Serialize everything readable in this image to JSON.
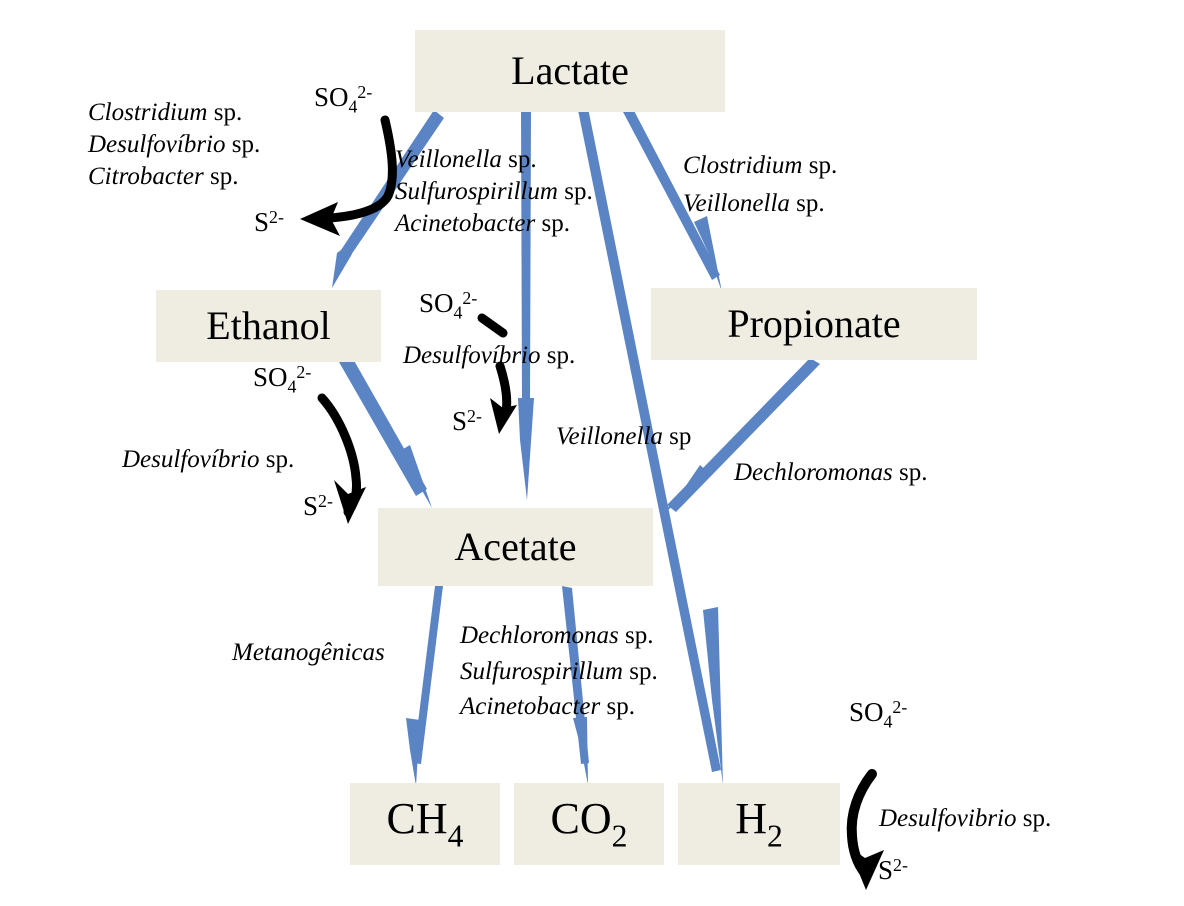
{
  "diagram": {
    "title": "Anaerobic degradation pathway",
    "colors": {
      "node_fill": "#EFEDE2",
      "blue_arrow": "#5B84C4",
      "black_arrow": "#000000",
      "background": "#FFFFFF",
      "text": "#000000"
    },
    "nodes": [
      {
        "id": "lactate",
        "label": "Lactate"
      },
      {
        "id": "ethanol",
        "label": "Ethanol"
      },
      {
        "id": "propionate",
        "label": "Propionate"
      },
      {
        "id": "acetate",
        "label": "Acetate"
      },
      {
        "id": "ch4",
        "label": "CH4",
        "formula_base": "CH",
        "formula_sub": "4"
      },
      {
        "id": "co2",
        "label": "CO2",
        "formula_base": "CO",
        "formula_sub": "2"
      },
      {
        "id": "h2",
        "label": "H2",
        "formula_base": "H",
        "formula_sub": "2"
      }
    ],
    "ions": {
      "sulfate_base": "SO",
      "sulfate_sub": "4",
      "sulfate_sup": "2-",
      "sulfide_base": "S",
      "sulfide_sup": "2-"
    },
    "labels": {
      "lactate_to_ethanol": [
        {
          "genus": "Clostridium",
          "suffix": " sp."
        },
        {
          "genus": "Desulfovíbrio",
          "suffix": " sp."
        },
        {
          "genus": "Citrobacter",
          "suffix": " sp."
        }
      ],
      "lactate_to_acetate": [
        {
          "genus": "Veillonella",
          "suffix": " sp."
        },
        {
          "genus": "Sulfurospirillum",
          "suffix": " sp."
        },
        {
          "genus": "Acinetobacter",
          "suffix": " sp."
        }
      ],
      "lactate_to_propionate": [
        {
          "genus": "Clostridium",
          "suffix": " sp."
        },
        {
          "genus": "Veillonella",
          "suffix": " sp."
        }
      ],
      "middle_sulfate_reduction": {
        "genus": "Desulfovíbrio",
        "suffix": " sp."
      },
      "ethanol_sulfate_reduction": {
        "genus": "Desulfovíbrio",
        "suffix": " sp."
      },
      "lactate_to_h2": {
        "genus": "Veillonella",
        "suffix": " sp"
      },
      "propionate_to_acetate": {
        "genus": "Dechloromonas",
        "suffix": " sp."
      },
      "acetate_to_ch4": {
        "genus": "Metanogênicas",
        "suffix": ""
      },
      "acetate_to_co2": [
        {
          "genus": "Dechloromonas",
          "suffix": " sp."
        },
        {
          "genus": "Sulfurospirillum",
          "suffix": " sp."
        },
        {
          "genus": "Acinetobacter",
          "suffix": " sp."
        }
      ],
      "h2_sulfate_reduction": {
        "genus": "Desulfovibrio",
        "suffix": " sp."
      }
    },
    "edges": [
      {
        "from": "lactate",
        "to": "ethanol",
        "color": "blue"
      },
      {
        "from": "lactate",
        "to": "acetate",
        "color": "blue"
      },
      {
        "from": "lactate",
        "to": "h2",
        "color": "blue"
      },
      {
        "from": "lactate",
        "to": "propionate",
        "color": "blue"
      },
      {
        "from": "ethanol",
        "to": "acetate",
        "color": "blue"
      },
      {
        "from": "propionate",
        "to": "acetate",
        "color": "blue"
      },
      {
        "from": "acetate",
        "to": "ch4",
        "color": "blue"
      },
      {
        "from": "acetate",
        "to": "co2",
        "color": "blue"
      },
      {
        "from": "sulfate_1",
        "to": "sulfide_1",
        "color": "black"
      },
      {
        "from": "sulfate_2",
        "to": "sulfide_2",
        "color": "black"
      },
      {
        "from": "sulfate_3",
        "to": "sulfide_3",
        "color": "black"
      },
      {
        "from": "sulfate_4",
        "to": "sulfide_4",
        "color": "black"
      }
    ]
  }
}
